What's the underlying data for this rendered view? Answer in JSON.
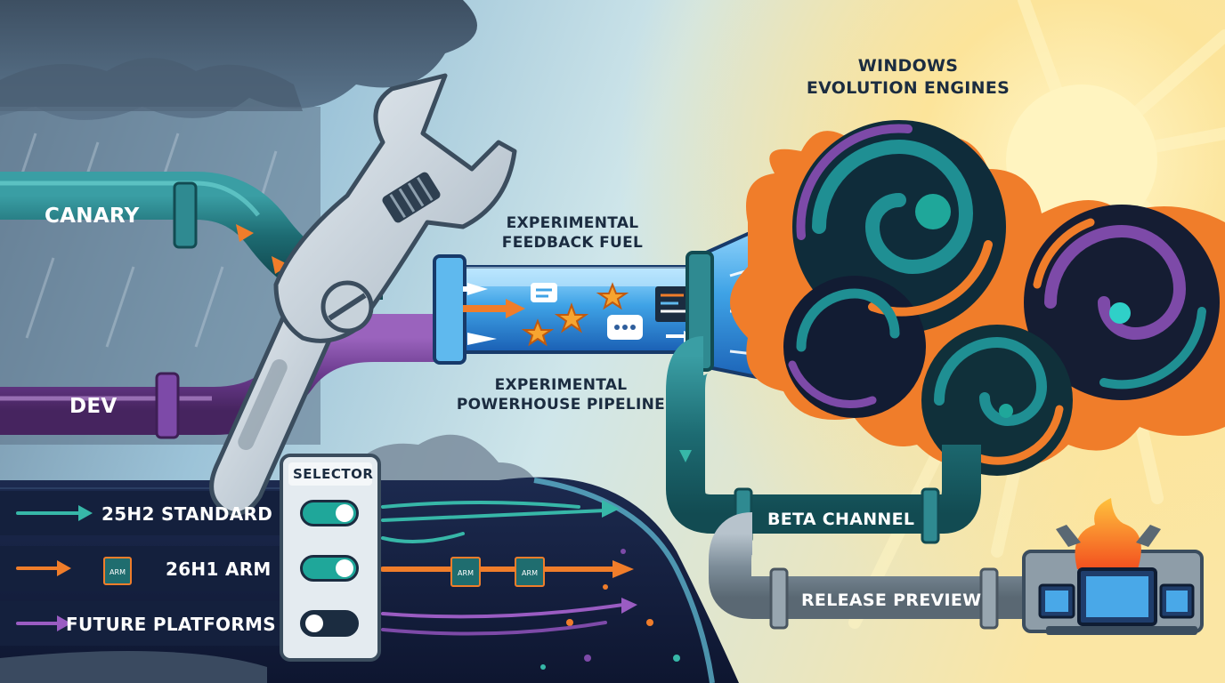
{
  "title": {
    "line1": "WINDOWS",
    "line2": "EVOLUTION ENGINES"
  },
  "channels": {
    "canary": "CANARY",
    "dev": "DEV",
    "beta": "BETA CHANNEL",
    "release_preview": "RELEASE PREVIEW"
  },
  "fuel_label": {
    "line1": "EXPERIMENTAL",
    "line2": "FEEDBACK FUEL"
  },
  "pipeline_label": {
    "line1": "EXPERIMENTAL",
    "line2": "POWERHOUSE PIPELINE"
  },
  "selector": {
    "title": "SELECTOR",
    "options": [
      {
        "label": "25H2 STANDARD",
        "enabled": true
      },
      {
        "label": "26H1 ARM",
        "enabled": true
      },
      {
        "label": "FUTURE PLATFORMS",
        "enabled": false
      }
    ]
  },
  "chip_text": "ARM",
  "colors": {
    "teal": "#1d6b72",
    "purple": "#6b3b8e",
    "orange": "#f07d2a",
    "navy": "#141f3d",
    "glass_blue": "#3fa3e6",
    "toggle_on": "#1fa79a"
  }
}
